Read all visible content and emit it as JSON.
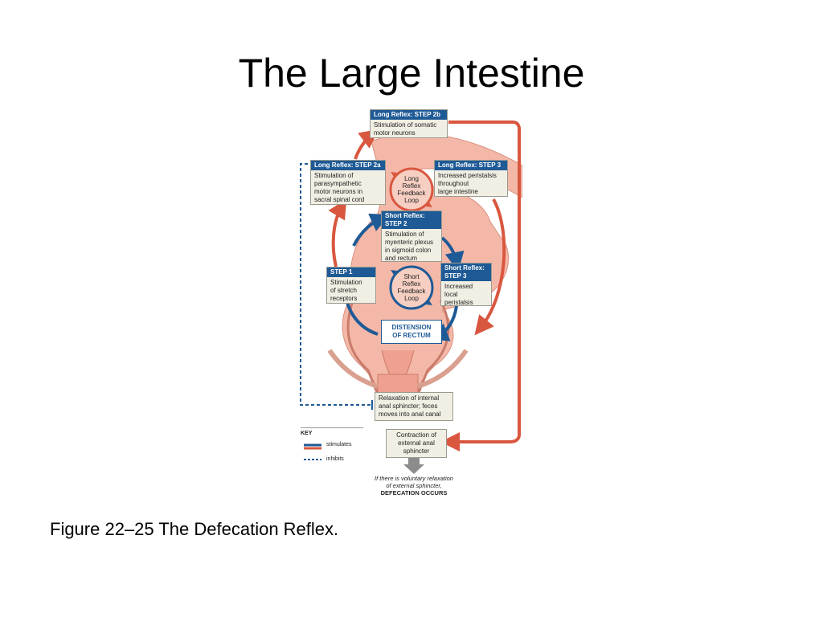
{
  "slide": {
    "title": "The Large Intestine",
    "caption": "Figure 22–25 The Defecation Reflex."
  },
  "diagram": {
    "long_step_2b": {
      "header": "Long Reflex: STEP 2b",
      "body": "Stimulation of somatic\nmotor neurons"
    },
    "long_step_2a": {
      "header": "Long Reflex: STEP 2a",
      "body": "Stimulation of\nparasympathetic\nmotor neurons in\nsacral spinal cord"
    },
    "long_step_3": {
      "header": "Long Reflex: STEP 3",
      "body": "Increased peristalsis\nthroughout\nlarge intestine"
    },
    "long_loop": "Long\nReflex\nFeedback\nLoop",
    "short_step_2": {
      "header": "Short Reflex:\nSTEP 2",
      "body": "Stimulation of\nmyenteric plexus\nin sigmoid colon\nand rectum"
    },
    "step_1": {
      "header": "STEP 1",
      "body": "Stimulation\nof stretch\nreceptors"
    },
    "short_step_3": {
      "header": "Short Reflex:\nSTEP 3",
      "body": "Increased\nlocal\nperistalsis"
    },
    "short_loop": "Short\nReflex\nFeedback\nLoop",
    "distension": "DISTENSION\nOF RECTUM",
    "relaxation": "Relaxation of internal\nanal sphincter; feces\nmoves into anal canal",
    "contraction": "Contraction of\nexternal anal\nsphincter",
    "outcome_italic": "If there is voluntary relaxation\nof external sphincter,",
    "outcome_bold": "DEFECATION OCCURS",
    "key": {
      "title": "KEY",
      "stimulates": "stimulates",
      "inhibits": "inhibits"
    },
    "colors": {
      "blue": "#1e5a96",
      "red": "#d9573f",
      "tissue": "#f4b8a8",
      "box": "#f1eee3"
    }
  }
}
